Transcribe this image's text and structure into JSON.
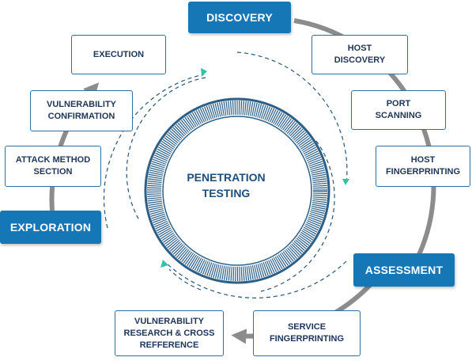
{
  "center": {
    "title": "PENETRATION\nTESTING"
  },
  "phases": {
    "discovery": "DISCOVERY",
    "assessment": "ASSESSMENT",
    "exploration": "EXPLORATION"
  },
  "steps": {
    "host_discovery": "HOST\nDISCOVERY",
    "port_scanning": "PORT\nSCANNING",
    "host_fingerprinting": "HOST\nFINGERPRINTING",
    "service_fingerprinting": "SERVICE\nFINGERPRINTING",
    "vulnerability_research": "VULNERABILITY\nRESEARCH & CROSS\nREFFERENCE",
    "attack_method_section": "ATTACK METHOD\nSECTION",
    "vulnerability_confirmation": "VULNERABILITY\nCONFIRMATION",
    "execution": "EXECUTION"
  },
  "colors": {
    "phase_fill": "#1677b6",
    "step_border": "#2a6fa8",
    "text_dark": "#1d3557",
    "cycle_arrow": "#8c8c8c",
    "ring": "#2c5f87",
    "dashed": "#26547c",
    "dash_arrowhead": "#2ec4a7"
  }
}
